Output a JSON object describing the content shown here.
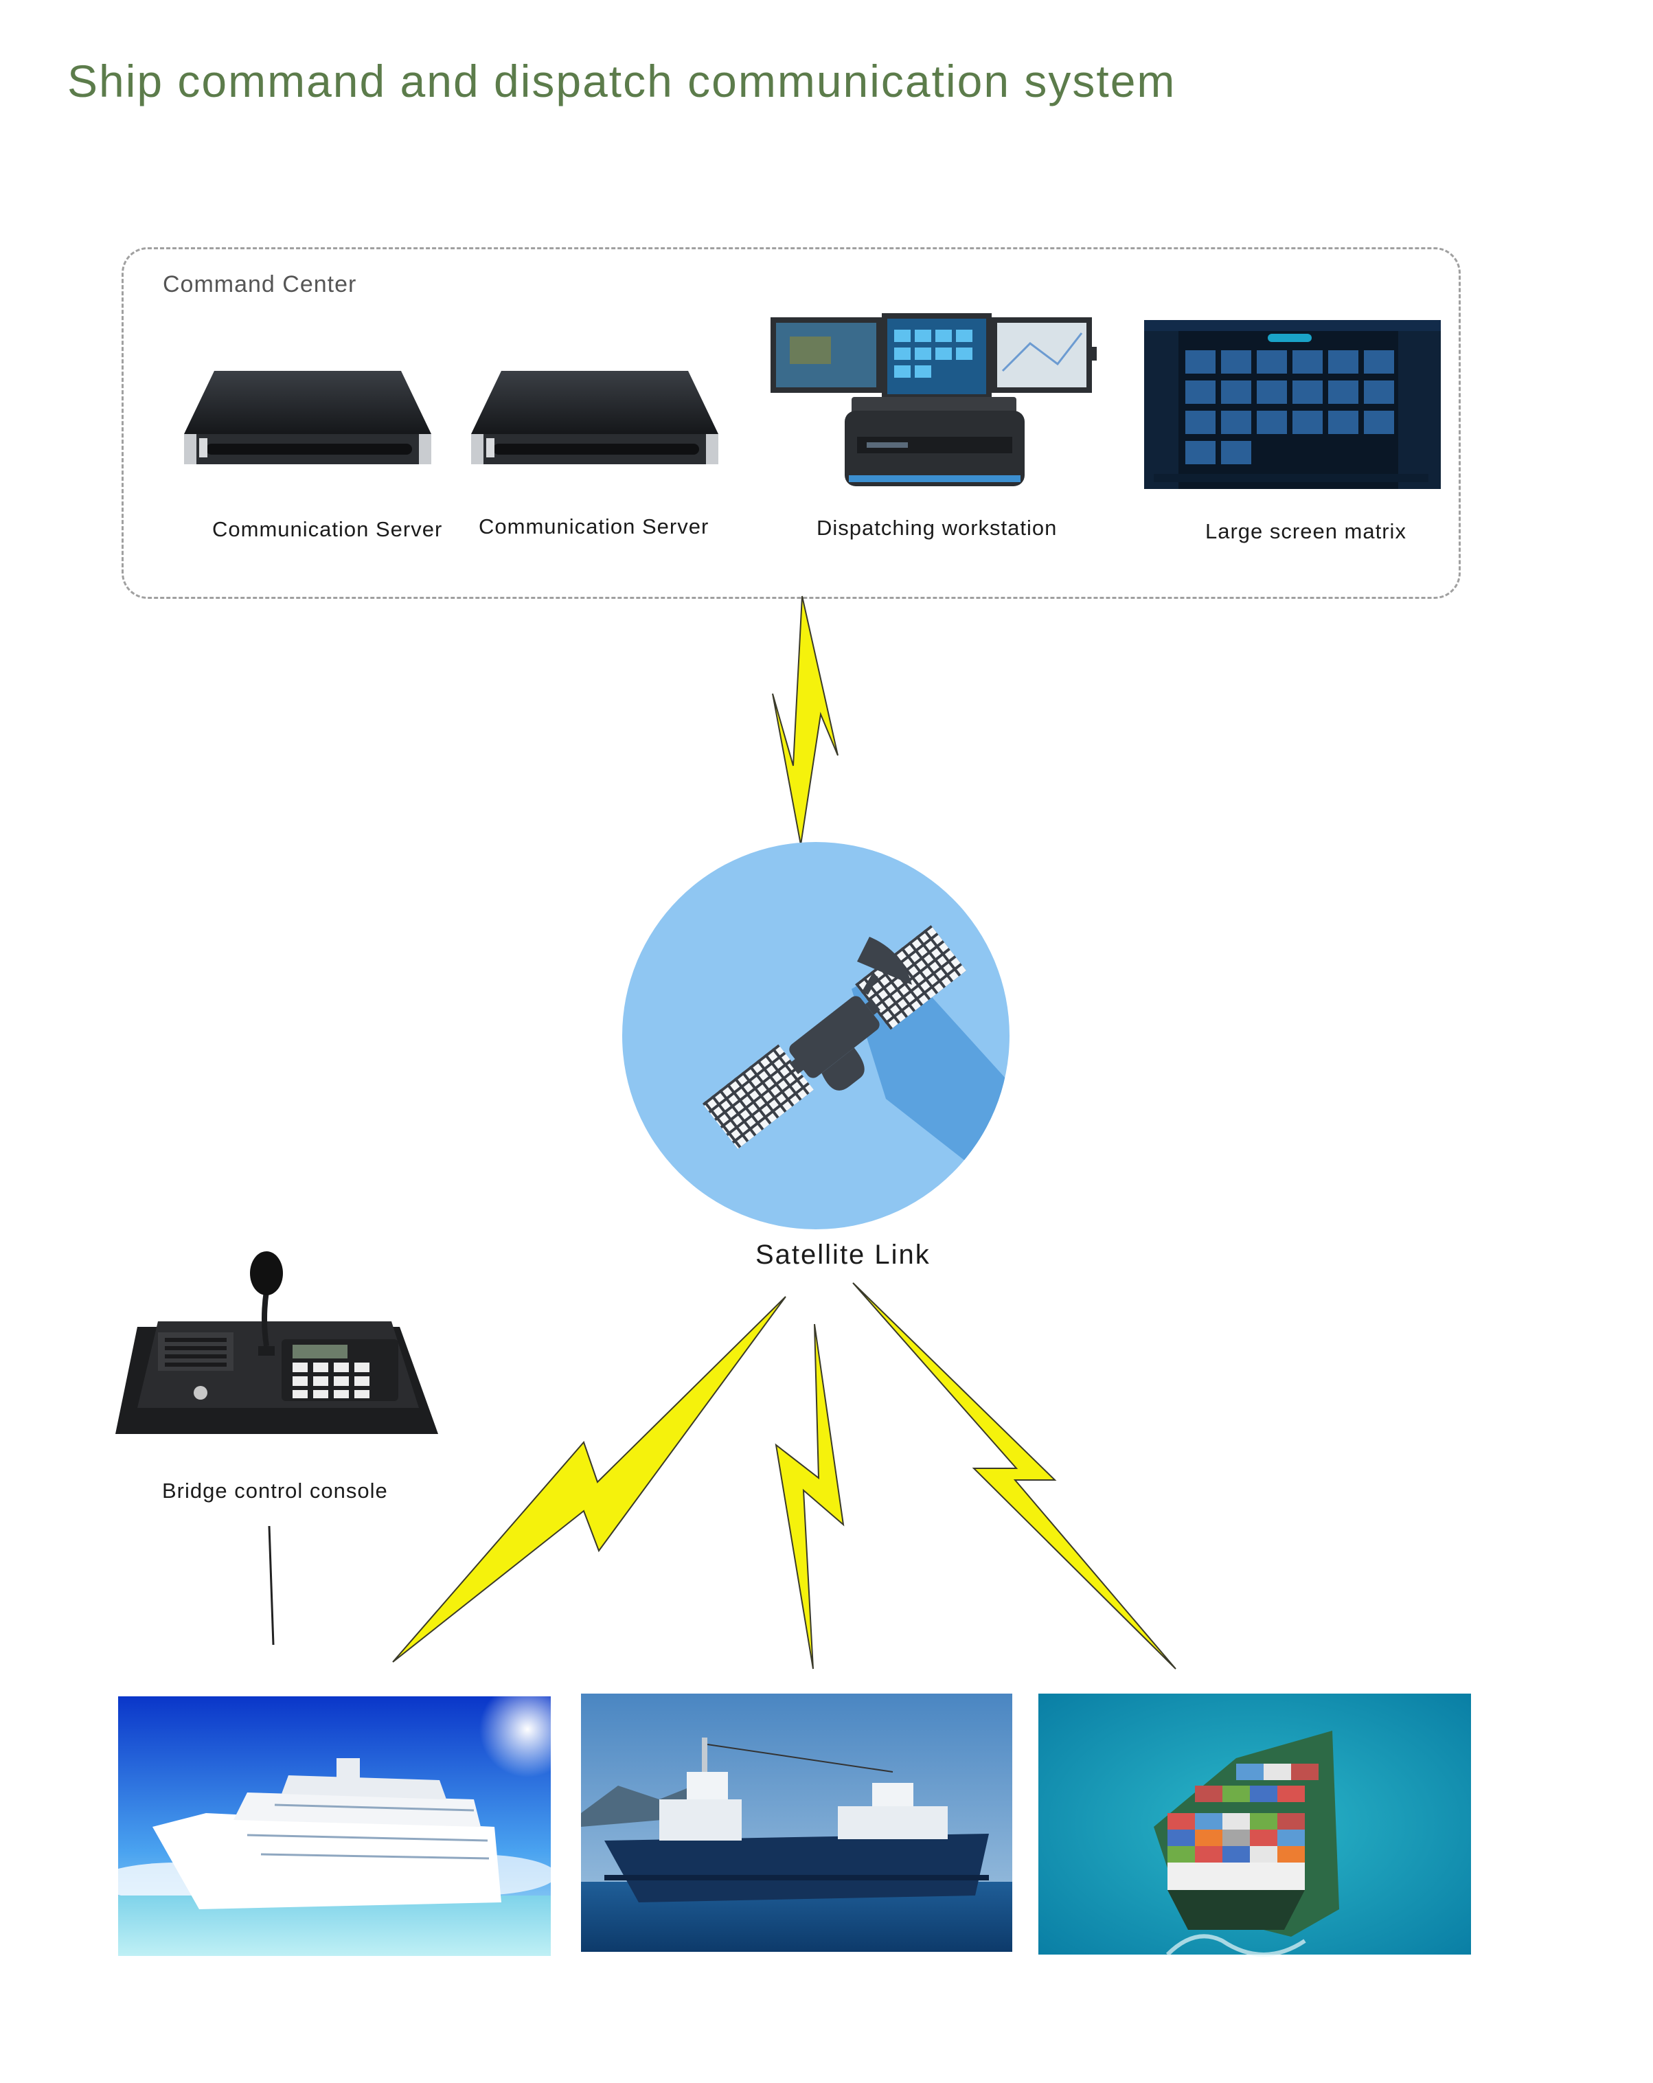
{
  "title": "Ship command and dispatch communication system",
  "command_center": {
    "label": "Command Center",
    "devices": [
      {
        "label": "Communication Server",
        "icon": "rack-server-icon"
      },
      {
        "label": "Communication Server",
        "icon": "rack-server-icon"
      },
      {
        "label": "Dispatching workstation",
        "icon": "triple-screen-workstation-icon"
      },
      {
        "label": "Large screen matrix",
        "icon": "dashboard-screen-icon"
      }
    ]
  },
  "satellite": {
    "label": "Satellite Link",
    "icon": "satellite-icon"
  },
  "console": {
    "label": "Bridge control console",
    "icon": "microphone-console-icon"
  },
  "ships": [
    {
      "name": "cruise-ship-photo"
    },
    {
      "name": "research-vessel-photo"
    },
    {
      "name": "container-ship-photo"
    }
  ],
  "colors": {
    "title": "#5c7c4b",
    "lightning": "#f5f20c",
    "satellite_circle": "#8fc6f2",
    "satellite_shadow": "#5ba2df"
  }
}
